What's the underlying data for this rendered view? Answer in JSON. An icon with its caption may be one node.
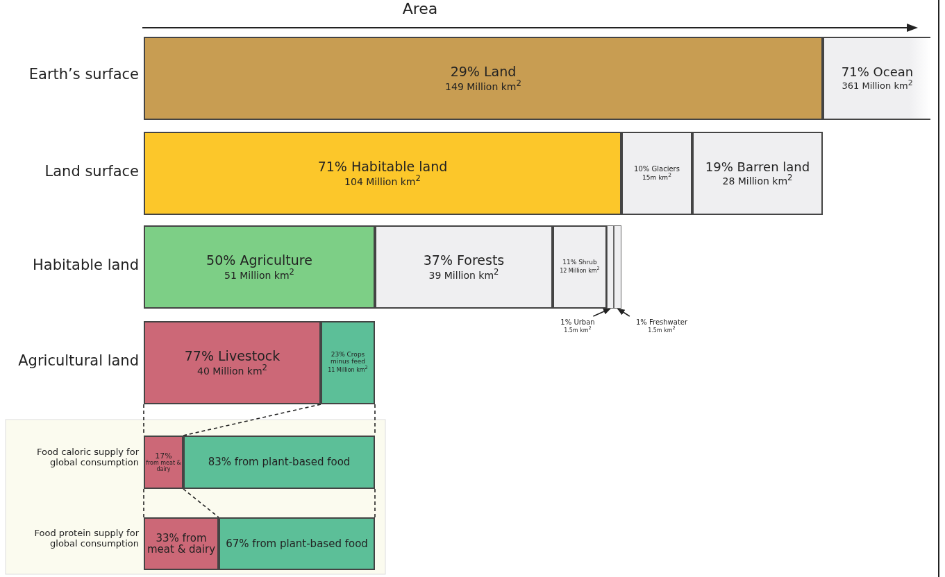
{
  "diagram": {
    "nodes": [
      {
        "text": [
          "29% Land",
          "149 Million km$^{2}$"
        ]
      },
      {
        "text": [
          "71% Ocean",
          "361 Million km$^{2}$"
        ]
      },
      {
        "text": [
          "71% Habitable land",
          "104 Million km$^{2}$"
        ]
      },
      {
        "text": [
          "10% Glaciers",
          "15m km$^{2}$"
        ]
      },
      {
        "text": [
          "19% Barren land",
          "28 Million km$^{2}$"
        ]
      },
      {
        "text": [
          "50% Agriculture",
          "51 Million km$^{2}$"
        ]
      },
      {
        "text": [
          "37% Forests",
          "39 Million km$^{2}$"
        ]
      },
      {
        "text": [
          "11% Shrub",
          "12 Million km$^{2}$"
        ]
      },
      {
        "text": [],
        "shape": "bar"
      },
      {
        "text": [],
        "shape": "bar"
      },
      {
        "text": [
          "1% Urban",
          "1.5m km$^{2}$"
        ]
      },
      {
        "text": [
          "1% Freshwater",
          "1.5m km$^{2}$"
        ]
      },
      {
        "text": [
          "77% Livestock",
          "40 Million km$^{2}$"
        ]
      },
      {
        "text": [
          "23% Crops minus feed",
          "11 Million km$^{2}$"
        ]
      },
      {
        "text": [
          "17%",
          "from meat & dairy"
        ]
      },
      {
        "text": [
          "83% from plant-based food"
        ]
      },
      {
        "text": [
          "33% from meat & dairy"
        ]
      },
      {
        "text": [
          "67% from plant-based food"
        ]
      }
    ],
    "edges": [
      {
        "from": 10,
        "to": 8,
        "arrow": "to"
      },
      {
        "from": 11,
        "to": 9,
        "arrow": "to"
      },
      {
        "from": 12,
        "to": 14,
        "arrow": "none",
        "style": "dashed"
      },
      {
        "from": 13,
        "to": 15,
        "arrow": "none",
        "style": "dashed"
      },
      {
        "from": 13,
        "to": 15,
        "arrow": "none",
        "style": "dashed"
      },
      {
        "from": 14,
        "to": 16,
        "arrow": "none",
        "style": "dashed"
      },
      {
        "from": 15,
        "to": 17,
        "arrow": "none",
        "style": "dashed"
      },
      {
        "from": 15,
        "to": 17,
        "arrow": "none",
        "style": "dashed"
      }
    ],
    "labels": [
      "Area",
      "Earth’s surface",
      "Land surface",
      "Habitable land",
      "Agricultural land",
      "Food caloric supply for global consumption",
      "Food protein supply for global consumption"
    ]
  }
}
